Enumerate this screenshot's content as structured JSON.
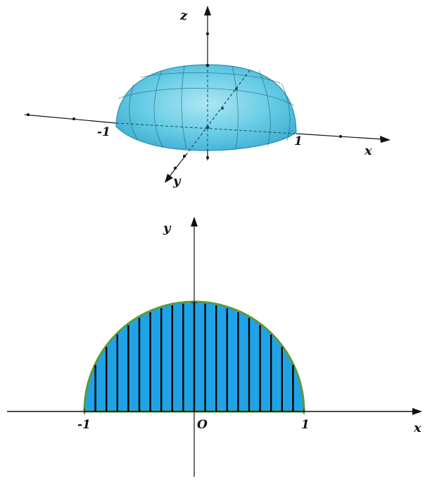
{
  "top_figure": {
    "axis_labels": {
      "x": "x",
      "y": "y",
      "z": "z"
    },
    "tick_labels": {
      "neg_x": "-1",
      "pos_x": "1"
    },
    "colors": {
      "surface": "#4cc3e0",
      "surface_edge": "#2f8fb0",
      "axis": "#111111"
    }
  },
  "bottom_figure": {
    "axis_labels": {
      "x": "x",
      "y": "y"
    },
    "tick_labels": {
      "neg_one": "-1",
      "origin": "O",
      "one": "1"
    },
    "colors": {
      "region_fill": "#1fa3e6",
      "region_edge": "#5a9a3a",
      "strips": "#000000",
      "axis": "#111111"
    }
  }
}
